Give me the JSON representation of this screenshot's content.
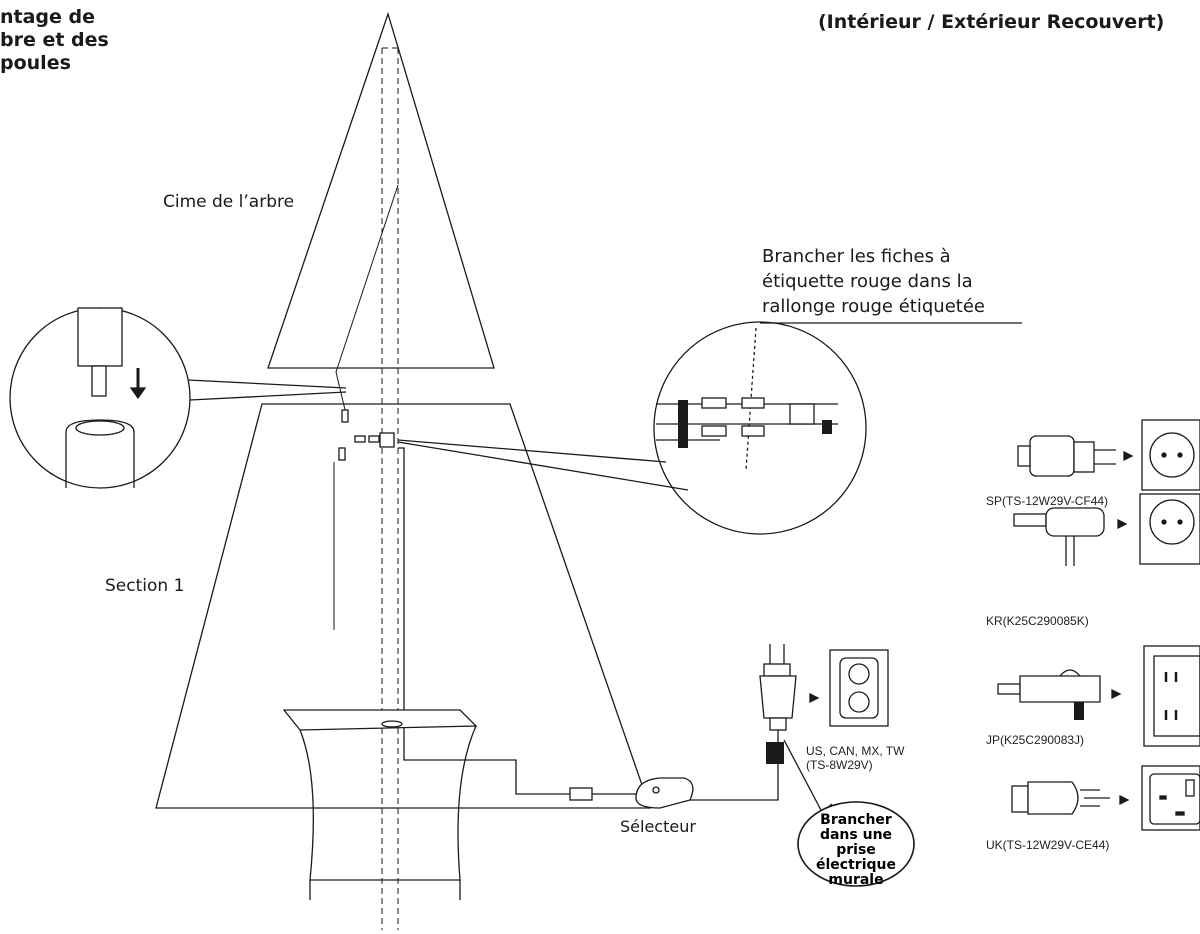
{
  "header": {
    "left_title_lines": [
      "ntage de",
      "bre et des",
      "poules"
    ],
    "right_title": "(Intérieur / Extérieur Recouvert)"
  },
  "tree": {
    "top_label": "Cime de l’arbre",
    "section_label": "Section 1"
  },
  "callout": {
    "lines": [
      "Brancher les fiches à",
      "étiquette rouge dans la",
      "rallonge rouge étiquetée"
    ]
  },
  "selector": {
    "label": "Sélecteur"
  },
  "bubble": {
    "lines": [
      "Brancher",
      "dans une prise",
      "électrique",
      "murale"
    ]
  },
  "adapters": {
    "us": {
      "line1": "US, CAN, MX, TW",
      "line2": "(TS-8W29V)"
    },
    "list": [
      {
        "label": "SP(TS-12W29V-CF44)"
      },
      {
        "label": "KR(K25C290085K)"
      },
      {
        "label": "JP(K25C290083J)"
      },
      {
        "label": "UK(TS-12W29V-CE44)"
      }
    ]
  },
  "colors": {
    "line": "#1a1a1a",
    "background": "#ffffff",
    "tape": "#000000"
  }
}
